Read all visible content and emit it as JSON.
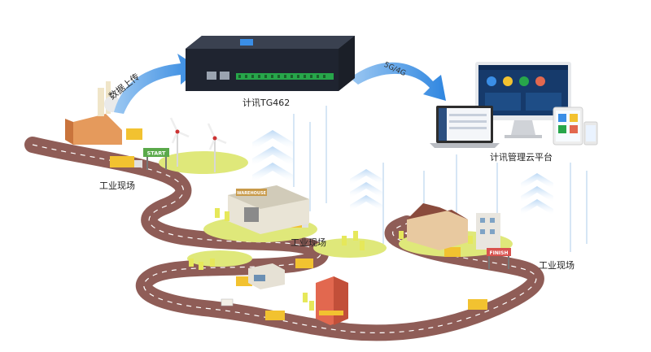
{
  "labels": {
    "data_upload": "数据上传",
    "device_name": "计讯TG462",
    "network": "5G/4G",
    "cloud_platform": "计讯管理云平台",
    "site_1": "工业现场",
    "site_2": "工业现场",
    "site_3": "工业现场"
  },
  "signs": {
    "start": "START",
    "finish": "FINISH",
    "warehouse": "WAREHOUSE"
  },
  "colors": {
    "arrow_blue": "#3a8ee6",
    "road": "#8f5d57",
    "road_dash": "#ffffff",
    "grass": "#dfe87a",
    "truck_yellow": "#f2c230",
    "sign_green": "#5aa94a",
    "sign_red": "#d9534f",
    "device_body": "#1f2430",
    "terminal_green": "#27a64a"
  }
}
